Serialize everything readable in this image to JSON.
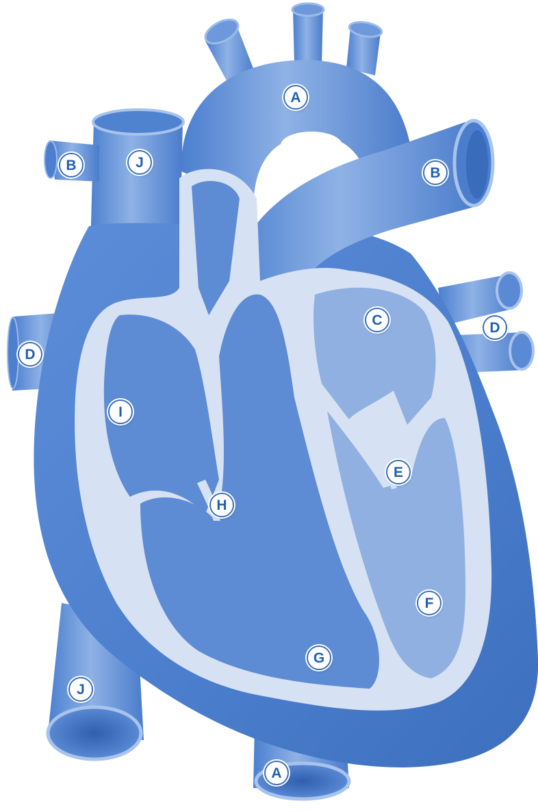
{
  "diagram": {
    "colors": {
      "vessel": "#5b8cd6",
      "vessel_dark": "#3f73c4",
      "muscle": "#4f82d0",
      "wall": "#d7e3f3",
      "left_chamber": "#8fb0e0",
      "right_chamber": "#5e8dd5"
    },
    "labels": [
      {
        "id": "aorta-arch",
        "text": "A",
        "structure": "arch-top"
      },
      {
        "id": "aorta-bottom",
        "text": "A",
        "structure": "bottom-vessel"
      },
      {
        "id": "left-b",
        "text": "B",
        "structure": "left-branch"
      },
      {
        "id": "right-b",
        "text": "B",
        "structure": "pulmonary-trunk"
      },
      {
        "id": "c",
        "text": "C",
        "structure": "left-upper-chamber"
      },
      {
        "id": "left-d",
        "text": "D",
        "structure": "left-vessel"
      },
      {
        "id": "right-d",
        "text": "D",
        "structure": "right-vessels"
      },
      {
        "id": "e",
        "text": "E",
        "structure": "left-valve"
      },
      {
        "id": "f",
        "text": "F",
        "structure": "left-lower-chamber"
      },
      {
        "id": "g",
        "text": "G",
        "structure": "right-lower-chamber"
      },
      {
        "id": "h",
        "text": "H",
        "structure": "right-valve"
      },
      {
        "id": "i",
        "text": "I",
        "structure": "right-upper-chamber"
      },
      {
        "id": "top-j",
        "text": "J",
        "structure": "superior-vessel"
      },
      {
        "id": "bottom-j",
        "text": "J",
        "structure": "inferior-vessel"
      }
    ]
  }
}
